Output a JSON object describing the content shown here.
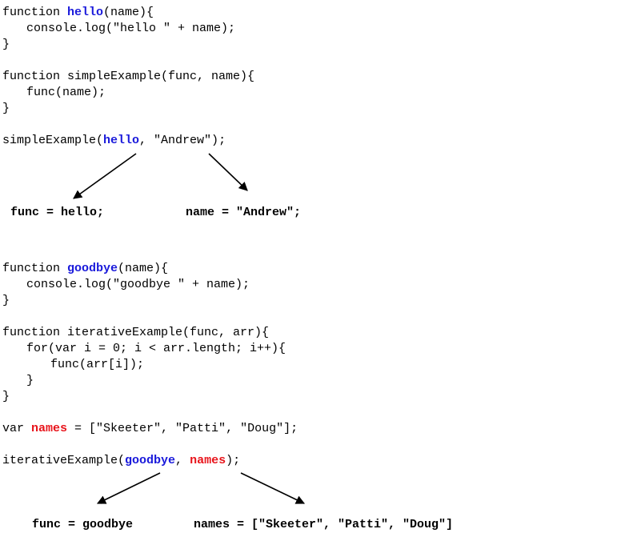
{
  "code_block_1": {
    "line1": {
      "kw": "function ",
      "fn": "hello",
      "rest": "(name){"
    },
    "line2": "console.log(\"hello \" + name);",
    "line3": "}",
    "line4": "function simpleExample(func, name){",
    "line5": "func(name);",
    "line6": "}",
    "line7": {
      "pre": "simpleExample(",
      "fn": "hello",
      "rest": ", \"Andrew\");"
    }
  },
  "results_1": {
    "func": "func = hello;",
    "name": "name = \"Andrew\";"
  },
  "code_block_2": {
    "line1": {
      "kw": "function ",
      "fn": "goodbye",
      "rest": "(name){"
    },
    "line2": "console.log(\"goodbye \" + name);",
    "line3": "}",
    "line4": "function iterativeExample(func, arr){",
    "line5": "for(var i = 0; i < arr.length; i++){",
    "line6": "func(arr[i]);",
    "line7": "}",
    "line8": "}",
    "line9": {
      "pre": "var ",
      "var": "names",
      "rest": " = [\"Skeeter\", \"Patti\", \"Doug\"];"
    },
    "line10": {
      "pre": "iterativeExample(",
      "fn": "goodbye",
      "sep": ", ",
      "var": "names",
      "rest": ");"
    }
  },
  "results_2": {
    "func": "func = goodbye",
    "names": "names = [\"Skeeter\", \"Patti\", \"Doug\"]"
  },
  "colors": {
    "function_name": "#1a1adb",
    "variable_name": "#e8141b",
    "text": "#000000"
  }
}
